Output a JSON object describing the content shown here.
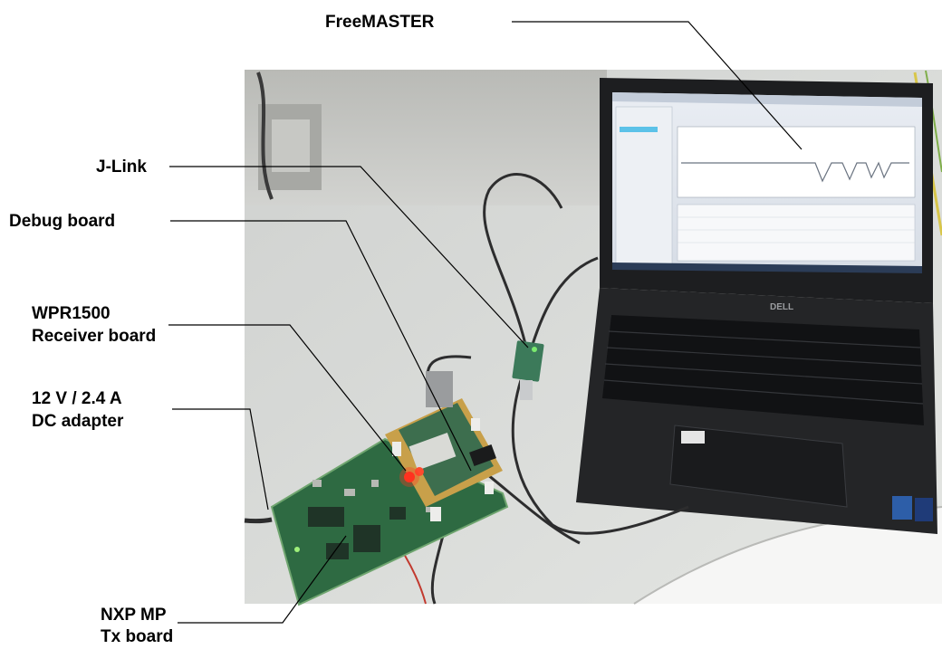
{
  "figure": {
    "background": "#ffffff",
    "line_color": "#000000",
    "text_color": "#000000",
    "screen_brand": "DELL"
  },
  "labels": {
    "freemaster": "FreeMASTER",
    "jlink": "J-Link",
    "debug_board": "Debug board",
    "receiver_line1": "WPR1500",
    "receiver_line2": "Receiver board",
    "adapter_line1": "12 V / 2.4 A",
    "adapter_line2": "DC adapter",
    "tx_line1": "NXP MP",
    "tx_line2": "Tx board"
  }
}
